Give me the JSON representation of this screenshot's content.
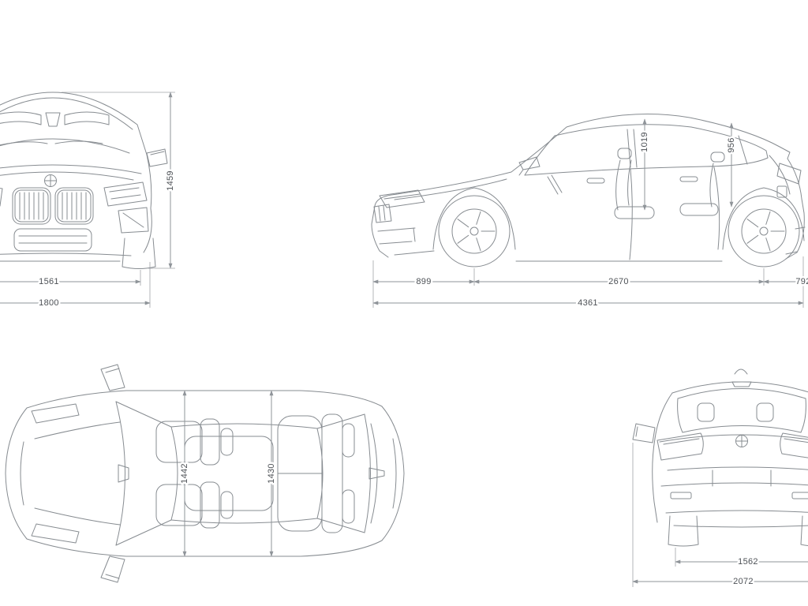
{
  "colors": {
    "background": "#ffffff",
    "car_line": "#878c91",
    "dim_line": "#8f9499",
    "dim_text": "#4d5156"
  },
  "icons": {
    "front_badge": "bmw-roundel-icon",
    "rear_badge": "bmw-roundel-icon"
  },
  "views": {
    "front": {
      "overall_height_mm": "1459",
      "track_width_mm": "1561",
      "overall_width_mm": "1800"
    },
    "side": {
      "front_headroom_mm": "1019",
      "rear_headroom_mm": "956",
      "front_overhang_mm": "899",
      "wheelbase_mm": "2670",
      "rear_overhang_mm": "792",
      "overall_length_mm": "4361"
    },
    "top": {
      "front_interior_width_mm": "1442",
      "rear_interior_width_mm": "1430"
    },
    "rear": {
      "track_width_mm": "1562",
      "width_incl_mirrors_mm": "2072"
    }
  }
}
